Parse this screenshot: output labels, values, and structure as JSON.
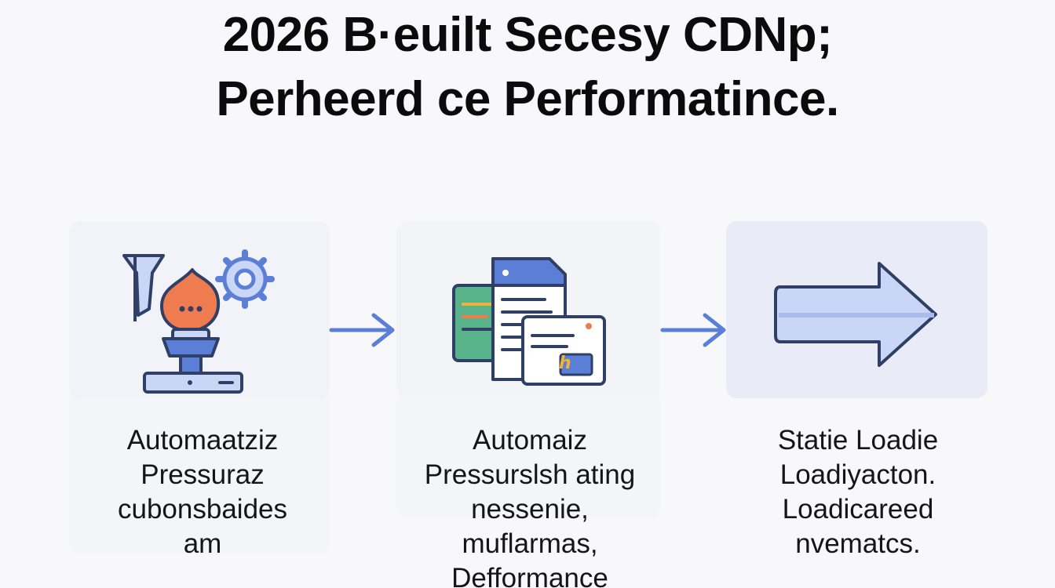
{
  "title": {
    "line1": "2026 B·euilt Secesy CDNp;",
    "line2": "Perheerd ce Performatince."
  },
  "steps": [
    {
      "icon": "robot-gear-icon",
      "caption": [
        "Automaatziz",
        "Pressuraz",
        "cubonsbaides",
        "am"
      ]
    },
    {
      "icon": "documents-icon",
      "caption": [
        "Automaiz",
        "Pressurslsh ating",
        "nessenie,",
        "muflarmas,",
        "Defformance"
      ]
    },
    {
      "icon": "big-arrow-icon",
      "caption": [
        "Statie Loadie",
        "Loadiyacton.",
        "Loadicareed",
        "nvematcs."
      ]
    }
  ],
  "colors": {
    "accent_blue": "#5b7fd6",
    "light_blue": "#c9d6f5",
    "orange": "#ef7b50",
    "green": "#58b38a",
    "yellow": "#f2b23a",
    "outline": "#2f3f66"
  }
}
